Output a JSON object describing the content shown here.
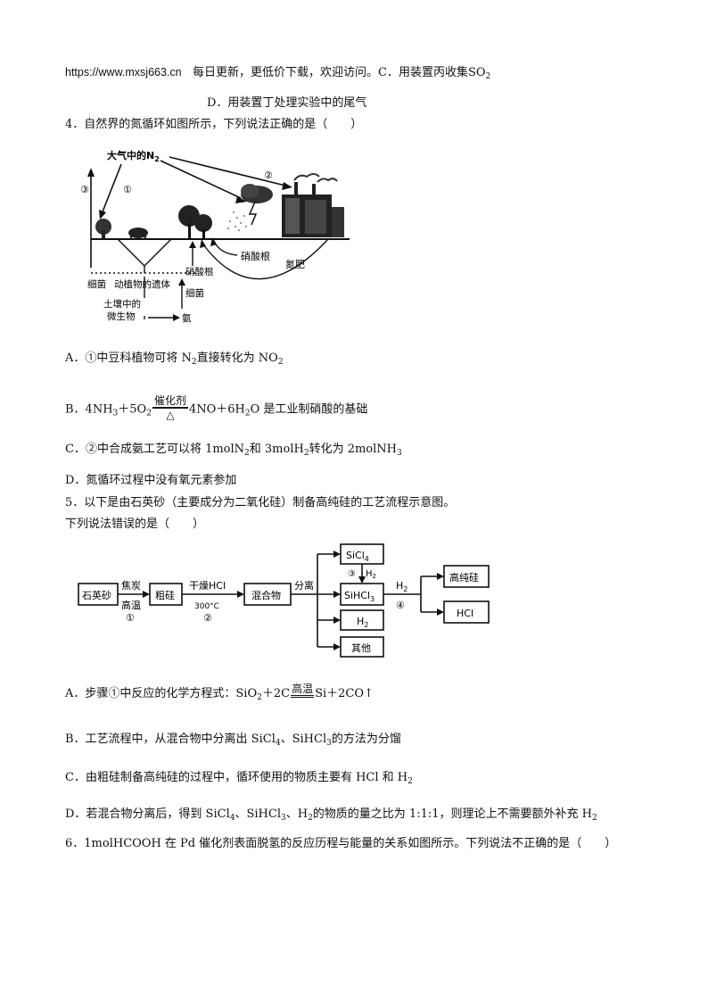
{
  "header": {
    "url": "https://www.mxsj663.cn",
    "notice": "每日更新，更低价下载，欢迎访问。",
    "option_c_prefix": "C．用装置丙收集SO",
    "option_c_sub": "2",
    "option_d": "D．用装置丁处理实验中的尾气"
  },
  "q4": {
    "stem": "4．自然界的氮循环如图所示，下列说法正确的是（　　）",
    "figure": {
      "labels": {
        "n2": "大气中的N",
        "n2_sub": "2",
        "c1": "①",
        "c2": "②",
        "c3": "③",
        "nitrate": "硝酸根",
        "fertilizer": "氮肥",
        "bacteria": "细菌",
        "remains": "动植物的遗体",
        "nitrate2": "硝酸根",
        "bacteria2": "细菌",
        "microbe1": "土壤中的",
        "microbe2": "微生物",
        "ammonia": "氨"
      }
    },
    "A": {
      "pre": "A．①中豆科植物可将 N",
      "s1": "2",
      "mid": "直接转化为 NO",
      "s2": "2"
    },
    "B": {
      "pre": "B．4NH",
      "s1": "3",
      "p2": "＋5O",
      "s2": "2",
      "cond_top": "催化剂",
      "cond_bot": "△",
      "p3": "4NO＋6H",
      "s3": "2",
      "post": "O 是工业制硝酸的基础"
    },
    "C": {
      "pre": "C．②中合成氨工艺可以将 1molN",
      "s1": "2",
      "p2": "和 3molH",
      "s2": "2",
      "p3": "转化为 2molNH",
      "s3": "3"
    },
    "D": "D．氮循环过程中没有氧元素参加"
  },
  "q5": {
    "stem1": "5．以下是由石英砂（主要成分为二氧化硅）制备高纯硅的工艺流程示意图。",
    "stem2": "下列说法错误的是（　　）",
    "figure": {
      "quartz": "石英砂",
      "coke": "焦炭",
      "hightemp": "高温",
      "s1": "①",
      "crude": "粗硅",
      "dryhcl": "干燥HCl",
      "temp300": "300°C",
      "s2": "②",
      "mixture": "混合物",
      "separate": "分离",
      "sicl4": "SiCl",
      "sicl4_sub": "4",
      "s3": "③",
      "h2a": "H",
      "h2a_sub": "2",
      "sihcl3": "SiHCl",
      "sihcl3_sub": "3",
      "h2box": "H",
      "h2box_sub": "2",
      "other": "其他",
      "h2b": "H",
      "h2b_sub": "2",
      "s4": "④",
      "puresi": "高纯硅",
      "hcl": "HCl"
    },
    "A": {
      "pre": "A．步骤①中反应的化学方程式：SiO",
      "s1": "2",
      "p2": "＋2C",
      "cond": "高温",
      "post": "Si＋2CO↑"
    },
    "B": {
      "pre": "B．工艺流程中，从混合物中分离出 SiCl",
      "s1": "4",
      "p2": "、SiHCl",
      "s2": "3",
      "post": "的方法为分馏"
    },
    "C": {
      "pre": "C．由粗硅制备高纯硅的过程中，循环使用的物质主要有 HCl 和 H",
      "s1": "2"
    },
    "D": {
      "pre": "D．若混合物分离后，得到 SiCl",
      "s1": "4",
      "p2": "、SiHCl",
      "s2": "3",
      "p3": "、H",
      "s3": "2",
      "post": "的物质的量之比为 1:1:1，则理论上不需要额外补充 H",
      "s4": "2"
    }
  },
  "q6": {
    "stem": "6．1molHCOOH 在 Pd 催化剂表面脱氢的反应历程与能量的关系如图所示。下列说法不正确的是（　　）"
  }
}
